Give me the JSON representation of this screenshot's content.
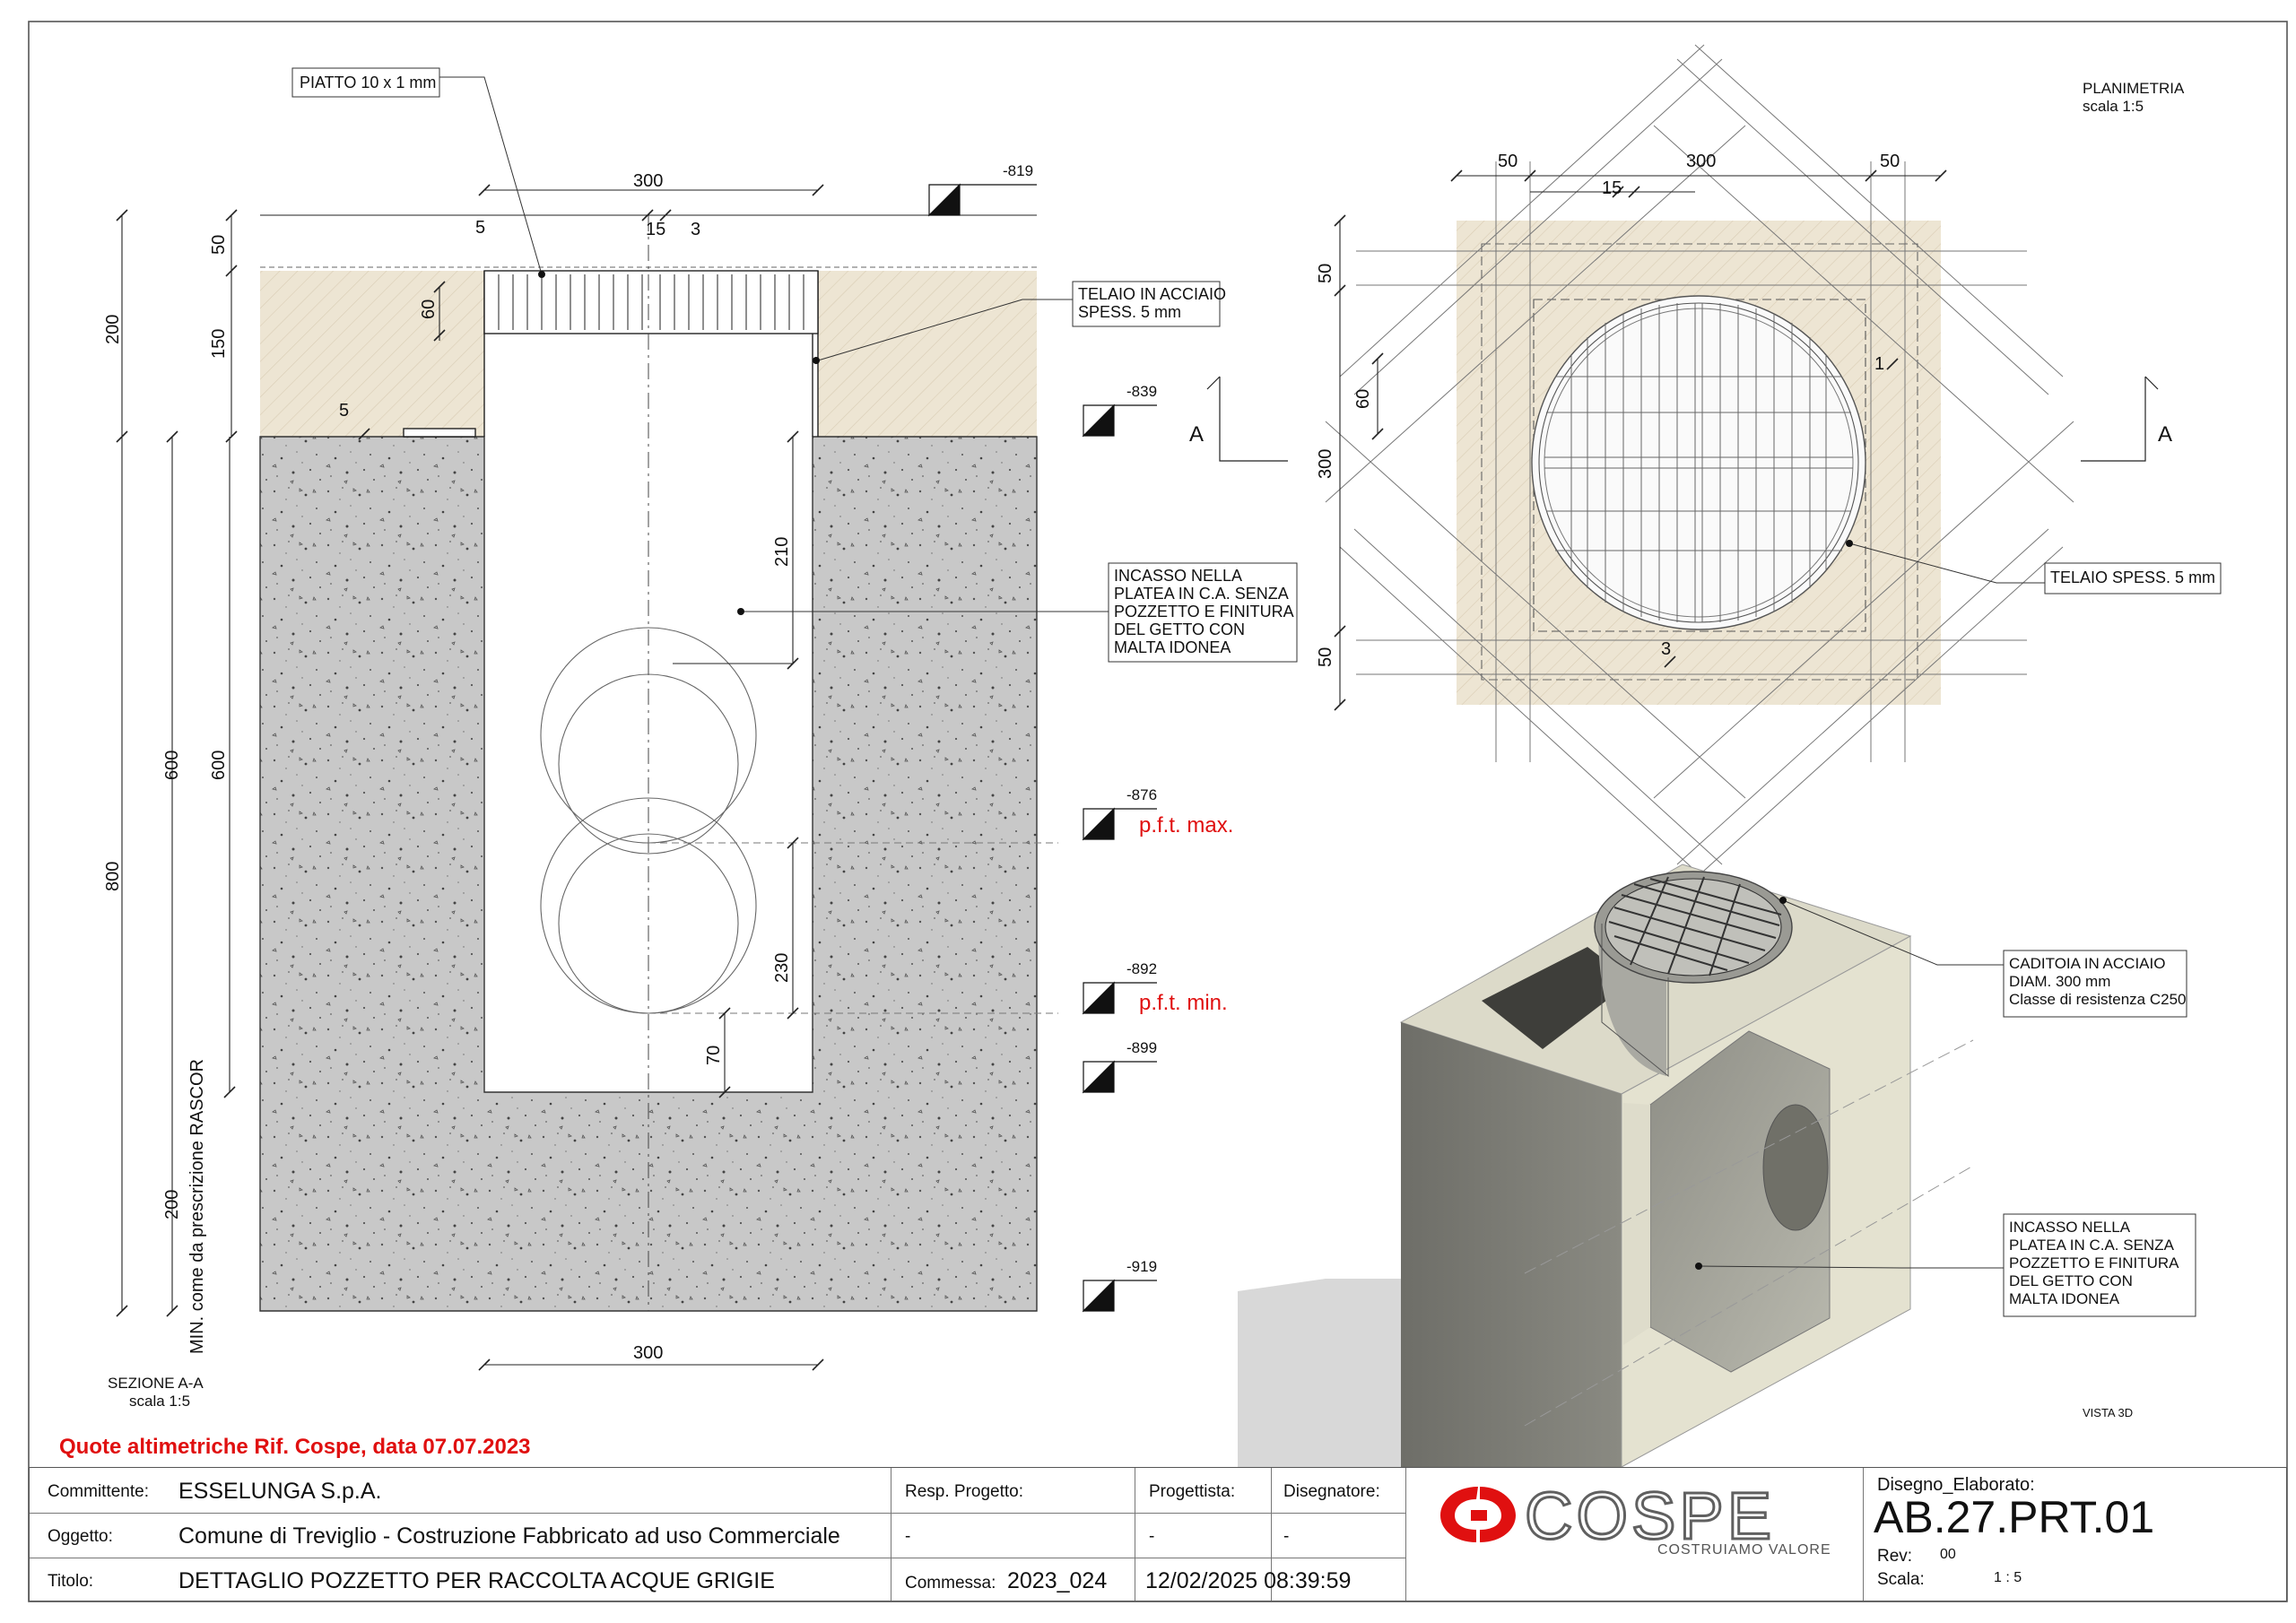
{
  "labels": {
    "piatto": "PIATTO 10 x 1 mm",
    "telaio_acciaio_1": "TELAIO IN ACCIAIO",
    "telaio_acciaio_2": "SPESS. 5 mm",
    "incasso_1": "INCASSO NELLA",
    "incasso_2": "PLATEA IN C.A. SENZA",
    "incasso_3": "POZZETTO E FINITURA",
    "incasso_4": "DEL GETTO CON",
    "incasso_5": "MALTA IDONEA",
    "telaio_spess": "TELAIO SPESS. 5 mm",
    "caditoia_1": "CADITOIA IN ACCIAIO",
    "caditoia_2": "DIAM. 300 mm",
    "caditoia_3": "Classe di resistenza C250",
    "pft_max": "p.f.t. max.",
    "pft_min": "p.f.t. min.",
    "min_rascor": "MIN. come da prescrizione RASCOR",
    "section_A": "A"
  },
  "views": {
    "sezione_title": "SEZIONE A-A",
    "sezione_scale": "scala 1:5",
    "planimetria_title": "PLANIMETRIA",
    "planimetria_scale": "scala 1:5",
    "vista3d": "VISTA 3D"
  },
  "section_dims": {
    "top_300": "300",
    "d5": "5",
    "d15": "15",
    "d3": "3",
    "d50": "50",
    "d150": "150",
    "d200": "200",
    "d60": "60",
    "d5b": "5",
    "d210": "210",
    "d230": "230",
    "d70": "70",
    "d600a": "600",
    "d600b": "600",
    "d800": "800",
    "d200b": "200",
    "bottom_300": "300"
  },
  "levels": [
    "-819",
    "-839",
    "-876",
    "-892",
    "-899",
    "-919"
  ],
  "plan_dims": {
    "t50a": "50",
    "t300": "300",
    "t50b": "50",
    "t15": "15",
    "l50a": "50",
    "l60": "60",
    "l300": "300",
    "l50b": "50",
    "b3": "3",
    "r1": "1"
  },
  "quote_note": "Quote altimetriche Rif. Cospe, data 07.07.2023",
  "title_block": {
    "committente_label": "Committente:",
    "committente": "ESSELUNGA S.p.A.",
    "oggetto_label": "Oggetto:",
    "oggetto": "Comune di Treviglio - Costruzione Fabbricato ad uso Commerciale",
    "titolo_label": "Titolo:",
    "titolo": "DETTAGLIO POZZETTO PER RACCOLTA ACQUE GRIGIE",
    "resp_label": "Resp. Progetto:",
    "resp": "-",
    "progettista_label": "Progettista:",
    "progettista": "-",
    "disegnatore_label": "Disegnatore:",
    "disegnatore": "-",
    "commessa_label": "Commessa:",
    "commessa": "2023_024",
    "datetime": "12/02/2025 08:39:59",
    "logo_name": "COSPE",
    "logo_tagline": "COSTRUIAMO VALORE",
    "disegno_label": "Disegno_Elaborato:",
    "disegno": "AB.27.PRT.01",
    "rev_label": "Rev:",
    "rev": "00",
    "scala_label": "Scala:",
    "scala": "1 : 5"
  },
  "colors": {
    "sand": "#ede5d3",
    "concrete": "#c9c9c9",
    "red": "#e01010"
  }
}
